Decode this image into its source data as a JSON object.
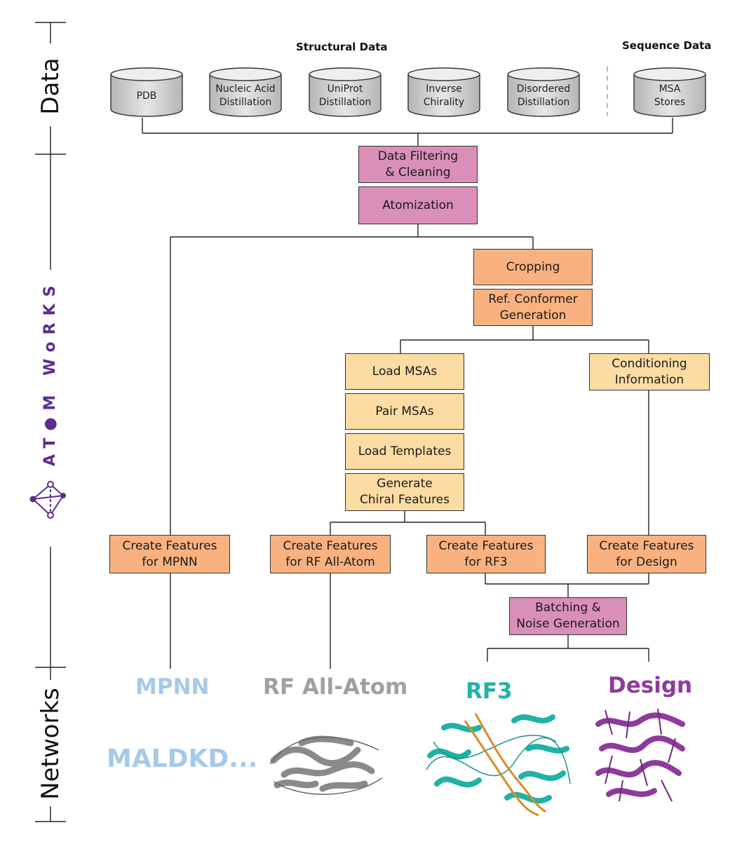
{
  "axis": {
    "data": "Data",
    "networks": "Networks",
    "brand": "AT●M WoRKS"
  },
  "headers": {
    "structural": "Structural Data",
    "sequence": "Sequence Data"
  },
  "sources": [
    "PDB",
    "Nucleic Acid\nDistillation",
    "UniProt\nDistillation",
    "Inverse\nChirality",
    "Disordered\nDistillation",
    "MSA\nStores"
  ],
  "steps": {
    "filtering": "Data Filtering\n& Cleaning",
    "atomization": "Atomization",
    "cropping": "Cropping",
    "conformer": "Ref. Conformer\nGeneration",
    "load_msas": "Load MSAs",
    "pair_msas": "Pair MSAs",
    "load_templates": "Load Templates",
    "chiral": "Generate\nChiral Features",
    "conditioning": "Conditioning\nInformation",
    "feat_mpnn": "Create Features\nfor MPNN",
    "feat_rfaa": "Create Features\nfor RF All-Atom",
    "feat_rf3": "Create Features\nfor RF3",
    "feat_design": "Create Features\nfor Design",
    "batching": "Batching &\nNoise Generation"
  },
  "networks": {
    "mpnn": "MPNN",
    "mpnn_seq": "MALDKD...",
    "rfaa": "RF All-Atom",
    "rf3": "RF3",
    "design": "Design"
  },
  "colors": {
    "pink": "#d98fb8",
    "orange": "#f9b27f",
    "yellow": "#fddca3",
    "mpnn": "#a6c9e8",
    "rfaa": "#a0a0a0",
    "rf3": "#1fb3a6",
    "design": "#8e3a9c",
    "brand": "#5b2d8e"
  }
}
